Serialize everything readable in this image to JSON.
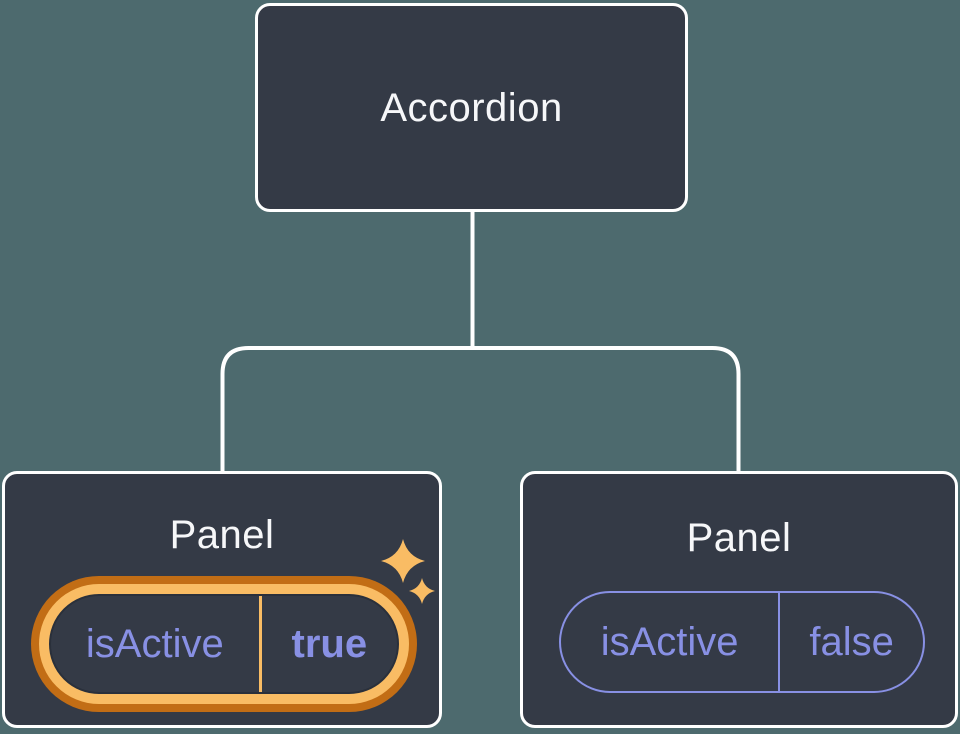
{
  "tree": {
    "root": {
      "label": "Accordion"
    },
    "children": [
      {
        "label": "Panel",
        "state": {
          "name": "isActive",
          "value": "true"
        },
        "highlighted": true
      },
      {
        "label": "Panel",
        "state": {
          "name": "isActive",
          "value": "false"
        },
        "highlighted": false
      }
    ]
  },
  "icons": {
    "sparkle_large": "sparkle-large-icon",
    "sparkle_small": "sparkle-small-icon"
  },
  "colors": {
    "background": "#4D6A6E",
    "node_fill": "#343A46",
    "node_border": "#FFFFFF",
    "node_text": "#F6F7F9",
    "connector": "#FFFFFF",
    "state_text": "#8890E4",
    "state_border": "#8890E4",
    "highlight_ring_outer": "#C26D15",
    "highlight_ring_inner": "#F9BC64",
    "sparkle": "#F9BC64"
  }
}
